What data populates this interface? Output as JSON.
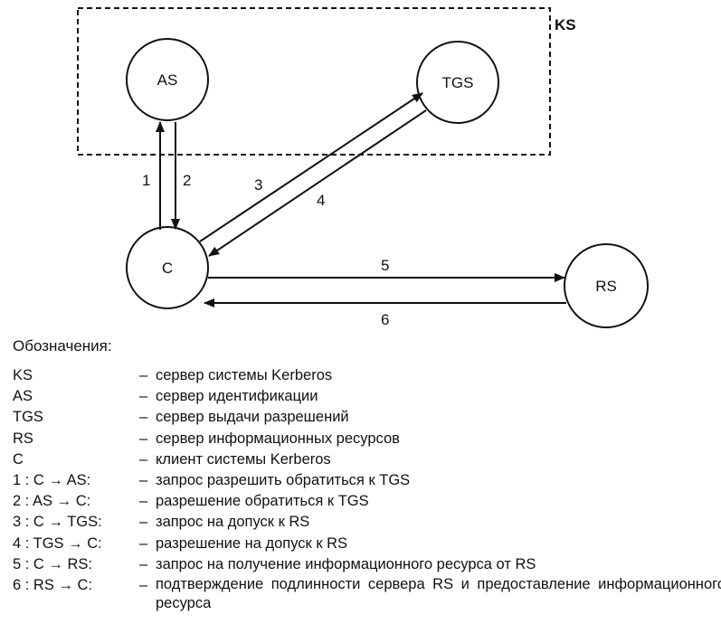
{
  "diagram": {
    "group_label": "KS",
    "nodes": {
      "as": "AS",
      "tgs": "TGS",
      "c": "C",
      "rs": "RS"
    },
    "edges": {
      "e1": "1",
      "e2": "2",
      "e3": "3",
      "e4": "4",
      "e5": "5",
      "e6": "6"
    }
  },
  "legend": {
    "title": "Обозначения:",
    "items": [
      {
        "term": "KS",
        "dash": "–",
        "desc": "сервер системы Kerberos"
      },
      {
        "term": "AS",
        "dash": "–",
        "desc": "сервер идентификации"
      },
      {
        "term": "TGS",
        "dash": "–",
        "desc": "сервер выдачи разрешений"
      },
      {
        "term": "RS",
        "dash": "–",
        "desc": "сервер информационных ресурсов"
      },
      {
        "term": "C",
        "dash": "–",
        "desc": "клиент системы Kerberos"
      },
      {
        "term": "1 : C → AS:",
        "dash": "–",
        "desc": "запрос разрешить обратиться к TGS"
      },
      {
        "term": "2 : AS → C:",
        "dash": "–",
        "desc": "разрешение обратиться к TGS"
      },
      {
        "term": "3 : C → TGS:",
        "dash": "–",
        "desc": "запрос на допуск к RS"
      },
      {
        "term": "4 : TGS → C:",
        "dash": "–",
        "desc": "разрешение на допуск к RS"
      },
      {
        "term": "5 : C → RS:",
        "dash": "–",
        "desc": "запрос на получение информационного ресурса от RS"
      },
      {
        "term": "6 : RS → C:",
        "dash": "–",
        "desc": "подтверждение подлинности сервера RS и предоставление информационного ресурса"
      }
    ]
  }
}
